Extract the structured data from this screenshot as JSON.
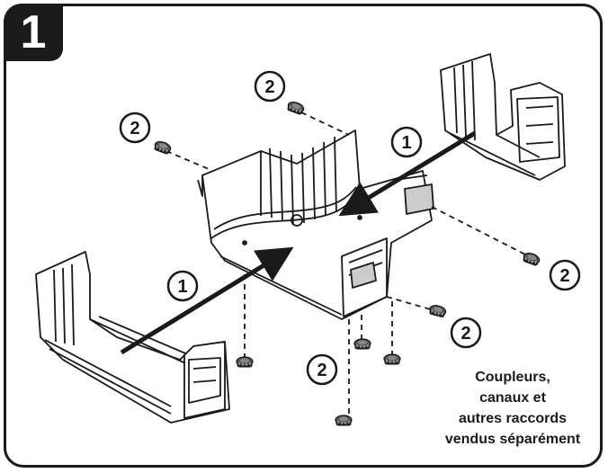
{
  "step_number": "1",
  "callouts": {
    "arrow_left": "1",
    "arrow_right": "1",
    "screw_top_left": "2",
    "screw_top": "2",
    "screw_right": "2",
    "screw_right_lower": "2",
    "screw_bottom": "2"
  },
  "note_lines": [
    "Coupleurs,",
    "canaux et",
    "autres raccords",
    "vendus séparément"
  ],
  "colors": {
    "ink": "#1a1a1a",
    "background": "#ffffff"
  }
}
